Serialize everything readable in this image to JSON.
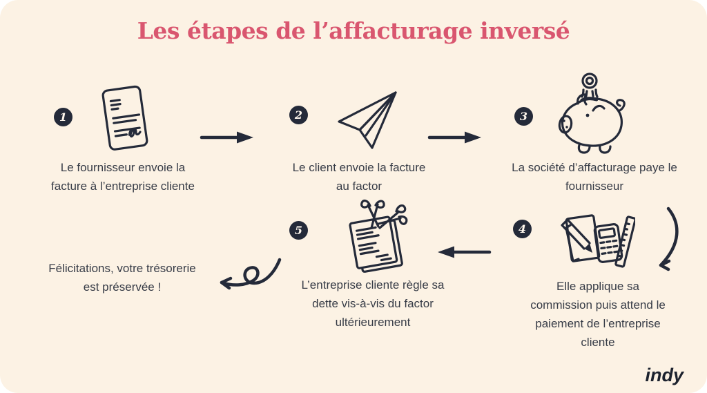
{
  "title": "Les étapes de l’affacturage inversé",
  "brand_logo": "indy",
  "colors": {
    "card_background": "#fcf2e4",
    "title_text": "#d9566f",
    "ink": "#242a39",
    "body_text": "#363b46"
  },
  "steps": [
    {
      "number": "1",
      "icon": "invoice-icon",
      "lines": [
        "Le fournisseur envoie la",
        "facture à l’entreprise cliente"
      ]
    },
    {
      "number": "2",
      "icon": "paper-plane-icon",
      "lines": [
        "Le client envoie la facture",
        "au factor"
      ]
    },
    {
      "number": "3",
      "icon": "piggy-bank-icon",
      "lines": [
        "La société d’affacturage paye le",
        "fournisseur"
      ]
    },
    {
      "number": "4",
      "icon": "calculator-icon",
      "lines": [
        "Elle applique sa",
        "commission puis attend le",
        "paiement de l’entreprise",
        "cliente"
      ]
    },
    {
      "number": "5",
      "icon": "scissors-document-icon",
      "lines": [
        "L’entreprise cliente règle sa",
        "dette vis-à-vis du factor",
        "ultérieurement"
      ]
    }
  ],
  "outcome": {
    "lines": [
      "Félicitations, votre trésorerie",
      "est préservée !"
    ]
  }
}
